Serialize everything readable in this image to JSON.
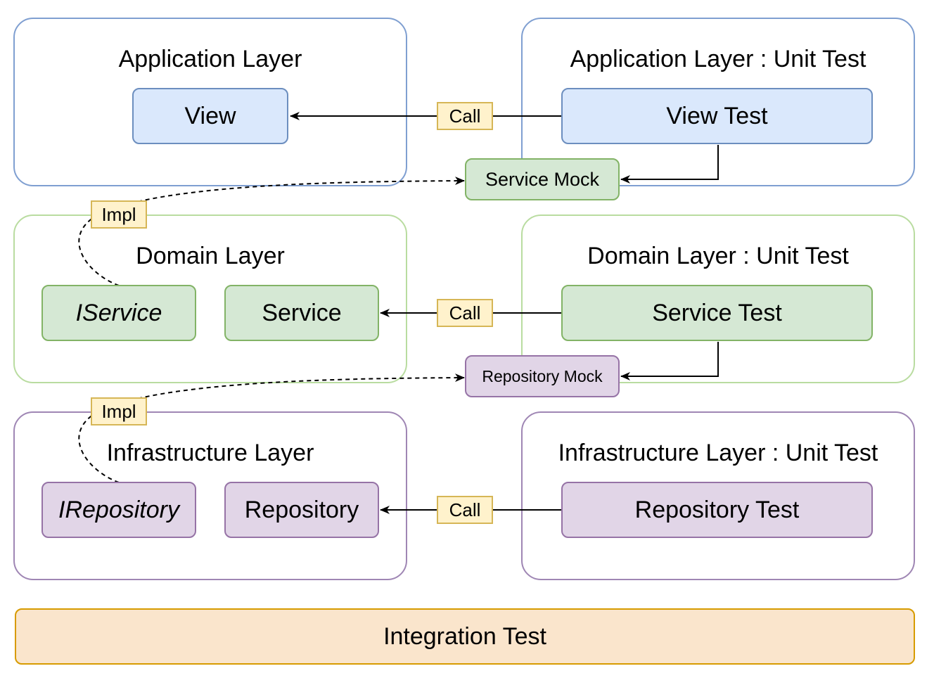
{
  "application": {
    "layer_title": "Application Layer",
    "test_title": "Application Layer : Unit Test",
    "view": "View",
    "view_test": "View Test",
    "call": "Call",
    "mock": "Service Mock",
    "impl": "Impl"
  },
  "domain": {
    "layer_title": "Domain Layer",
    "test_title": "Domain Layer : Unit Test",
    "interface": "IService",
    "service": "Service",
    "service_test": "Service Test",
    "call": "Call",
    "mock": "Repository Mock",
    "impl": "Impl"
  },
  "infrastructure": {
    "layer_title": "Infrastructure Layer",
    "test_title": "Infrastructure Layer : Unit Test",
    "interface": "IRepository",
    "repository": "Repository",
    "repository_test": "Repository Test",
    "call": "Call"
  },
  "integration": {
    "label": "Integration Test"
  },
  "colors": {
    "blue_fill": "#dae8fc",
    "green_fill": "#d5e8d4",
    "purple_fill": "#e1d5e7",
    "orange_fill": "#fae5cc",
    "note_fill": "#fff2cc"
  }
}
